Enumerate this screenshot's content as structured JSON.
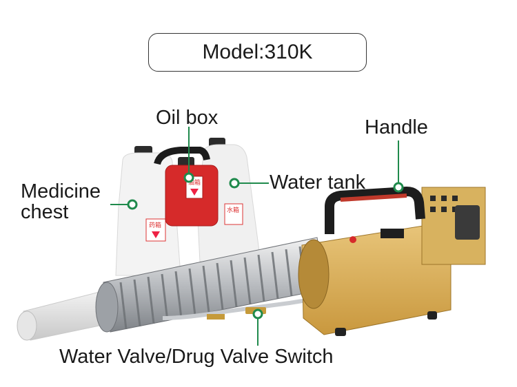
{
  "model_label": "Model:310K",
  "labels": {
    "oil_box": "Oil box",
    "handle": "Handle",
    "water_tank": "Water tank",
    "medicine_chest_line1": "Medicine",
    "medicine_chest_line2": "chest",
    "switch": "Water Valve/Drug Valve Switch"
  },
  "tank_text": {
    "medicine": "药箱",
    "oil": "油箱",
    "water": "水箱"
  },
  "colors": {
    "callout_green": "#1f8a4c",
    "machine_gold": "#d4a94f",
    "handle_red": "#c0392b",
    "oil_red": "#d62a2a"
  }
}
